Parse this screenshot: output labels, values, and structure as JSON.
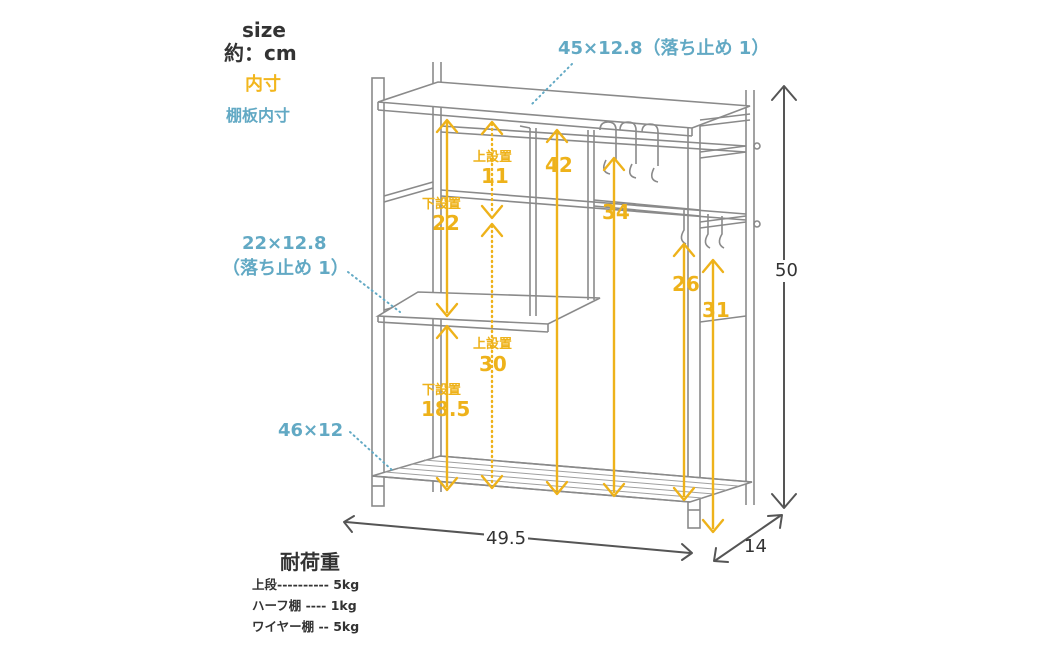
{
  "legend": {
    "size": "size",
    "unit": "約：cm",
    "inner": "内寸",
    "shelf_inner": "棚板内寸"
  },
  "shelf_labels": {
    "top": "45×12.8（落ち止め 1）",
    "middle_line1": "22×12.8",
    "middle_line2": "（落ち止め 1）",
    "bottom": "46×12"
  },
  "dimensions": {
    "width": "49.5",
    "depth": "14",
    "height": "50"
  },
  "inner_dims": {
    "upper_top_label": "上設置",
    "upper_top_value": "11",
    "lower_top_label": "下設置",
    "lower_top_value": "22",
    "upper_bottom_label": "上設置",
    "upper_bottom_value": "30",
    "lower_bottom_label": "下設置",
    "lower_bottom_value": "18.5",
    "v42": "42",
    "v34": "34",
    "v26": "26",
    "v31": "31"
  },
  "load": {
    "title": "耐荷重",
    "rows": [
      "上段---------- 5kg",
      "ハーフ棚 ---- 1kg",
      "ワイヤー棚 -- 5kg"
    ]
  },
  "colors": {
    "frame": "#8a8a8a",
    "yellow": "#eeb21a",
    "blue": "#62a9c4",
    "text": "#333333"
  }
}
